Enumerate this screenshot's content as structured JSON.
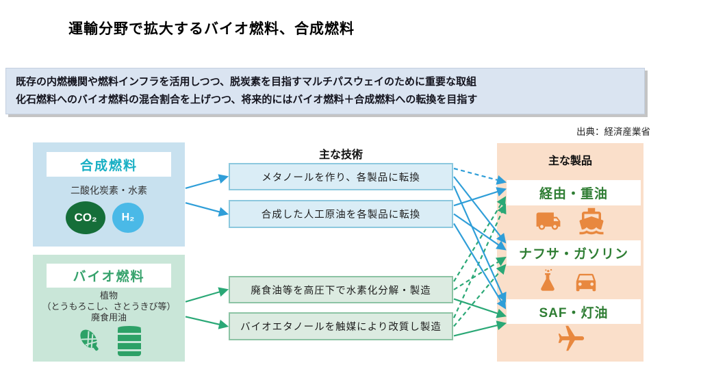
{
  "page": {
    "title": "運輸分野で拡大するバイオ燃料、合成燃料",
    "source": "出典：経済産業省"
  },
  "banner": {
    "line1": "既存の内燃機関や燃料インフラを活用しつつ、脱炭素を目指すマルチパスウェイのために重要な取組",
    "line2": "化石燃料へのバイオ燃料の混合割合を上げつつ、将来的にはバイオ燃料＋合成燃料への転換を目指す"
  },
  "sources": {
    "synthetic": {
      "title": "合成燃料",
      "subtitle": "二酸化炭素・水素",
      "co2_label": "CO₂",
      "h2_label": "H₂"
    },
    "bio": {
      "title": "バイオ燃料",
      "line1": "植物",
      "line2": "（とうもろこし、さとうきび等）",
      "line3": "廃食用油",
      "icons": [
        "corn-icon",
        "oil-drum-icon"
      ]
    }
  },
  "technologies": {
    "header": "主な技術",
    "items": [
      {
        "label": "メタノールを作り、各製品に転換"
      },
      {
        "label": "合成した人工原油を各製品に転換"
      },
      {
        "label": "廃食油等を高圧下で水素化分解・製造"
      },
      {
        "label": "バイオエタノールを触媒により改質し製造"
      }
    ]
  },
  "products": {
    "header": "主な製品",
    "items": [
      {
        "label": "経由・重油",
        "icons": [
          "truck-icon",
          "ship-icon"
        ]
      },
      {
        "label": "ナフサ・ガソリン",
        "icons": [
          "flask-icon",
          "car-icon"
        ]
      },
      {
        "label": "SAF・灯油",
        "icons": [
          "airplane-icon"
        ]
      }
    ]
  },
  "colors": {
    "banner_bg": "#dae4f1",
    "synthetic_panel_bg": "#c8e1ef",
    "bio_panel_bg": "#c9e6d8",
    "products_panel_bg": "#fadfca",
    "synthetic_accent": "#18afc4",
    "bio_accent": "#36a26c",
    "product_text_green": "#2e7d33",
    "co2_circle": "#156e39",
    "h2_circle": "#4ab9e7",
    "icon_orange": "#e8883f",
    "icon_green": "#2da167",
    "arrow_blue": "#2f9ed8",
    "arrow_green": "#2aa876"
  },
  "connections": [
    {
      "from": "src-synthetic",
      "to": "tech-0",
      "color": "blue",
      "dashed": false
    },
    {
      "from": "src-synthetic",
      "to": "tech-1",
      "color": "blue",
      "dashed": false
    },
    {
      "from": "src-bio",
      "to": "tech-2",
      "color": "green",
      "dashed": false
    },
    {
      "from": "src-bio",
      "to": "tech-3",
      "color": "green",
      "dashed": false
    },
    {
      "from": "tech-0",
      "to": "product-0",
      "color": "blue",
      "dashed": true
    },
    {
      "from": "tech-1",
      "to": "product-0",
      "color": "blue",
      "dashed": false
    },
    {
      "from": "tech-2",
      "to": "product-0",
      "color": "green",
      "dashed": true
    },
    {
      "from": "tech-3",
      "to": "product-0",
      "color": "green",
      "dashed": true
    },
    {
      "from": "tech-0",
      "to": "product-1",
      "color": "blue",
      "dashed": false
    },
    {
      "from": "tech-1",
      "to": "product-1",
      "color": "blue",
      "dashed": false
    },
    {
      "from": "tech-2",
      "to": "product-1",
      "color": "green",
      "dashed": true
    },
    {
      "from": "tech-3",
      "to": "product-1",
      "color": "green",
      "dashed": true
    },
    {
      "from": "tech-0",
      "to": "product-2",
      "color": "blue",
      "dashed": false
    },
    {
      "from": "tech-1",
      "to": "product-2",
      "color": "blue",
      "dashed": false
    },
    {
      "from": "tech-2",
      "to": "product-2",
      "color": "green",
      "dashed": false
    },
    {
      "from": "tech-3",
      "to": "product-2",
      "color": "green",
      "dashed": false
    }
  ]
}
